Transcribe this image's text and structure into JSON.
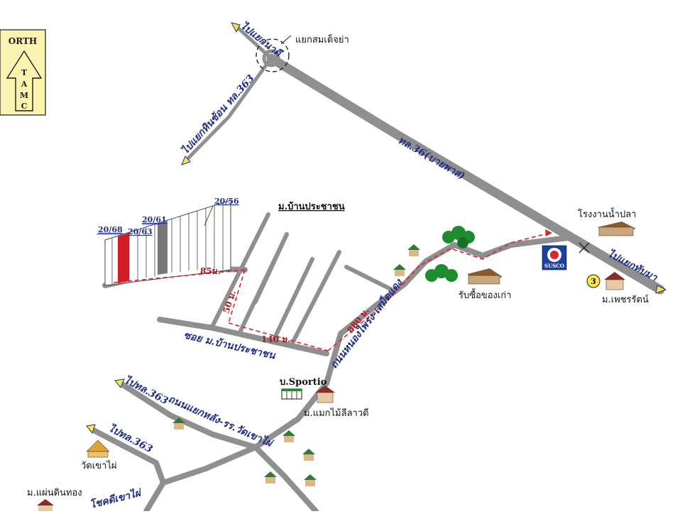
{
  "logo": {
    "top": "ORTH",
    "letters": [
      "T",
      "A",
      "M",
      "C"
    ]
  },
  "roads": {
    "to_yaek_na_dee": "ไปแยกนาดี",
    "to_hin_son": "ไปแยกหินซ้อน ทล.363",
    "highway_36": "ทล.36(บายพาส)",
    "to_yaek_thap_ma": "ไปแยกทับมา",
    "soi_ban_prachachon": "ซอย ม.บ้านประชาชน",
    "nong_phai": "ถนนหนองไพรง-เสม็ดแดง",
    "to_363_a": "ไปทล.363",
    "lang_ror_ror": "ถนนแยกหลัง-รร.วัดเขาไผ่",
    "to_363_b": "ไปทล.363",
    "khao_phai_road": "โชคดีเขาไผ่"
  },
  "places": {
    "junction": "แยกสมเด็จย่า",
    "village_title": "ม.บ้านประชาชน",
    "fish_factory": "โรงงานน้ำปลา",
    "susco": "SUSCO",
    "badge_number": "3",
    "petcharat": "ม.เพชรรัตน์",
    "antique_buyer": "รับซื้อของเก่า",
    "sportio": "บ.Sportio",
    "maek_mai": "ม.แมกไม้ลีลาวดี",
    "wat_khao_phai": "วัดเขาไผ่",
    "phaen_din_thong": "ม.แผ่นดินทอง"
  },
  "plots": [
    "20/56",
    "20/61",
    "20/68",
    "20/63"
  ],
  "distances": {
    "d85": "85ม.",
    "d50": "50 ม.",
    "d140": "140 ม.",
    "d880": "880 ม."
  },
  "colors": {
    "road": "#8f8f8f",
    "route": "#e0222a",
    "road_label": "#1f2f8a",
    "target_plot": "#d11d24",
    "logo_fill": "#fbf4b0"
  }
}
